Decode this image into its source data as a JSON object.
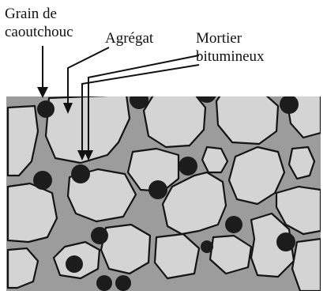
{
  "labels": {
    "rubber_grain": [
      "Grain de",
      "caoutchouc"
    ],
    "aggregate": "Agrégat",
    "mortar": [
      "Mortier",
      "bitumineux"
    ]
  },
  "colors": {
    "mortar": "#9c9c9c",
    "aggregate": "#d4d4d4",
    "rubber": "#1c1c1c",
    "outline": "#141414",
    "arrow": "#111111"
  }
}
